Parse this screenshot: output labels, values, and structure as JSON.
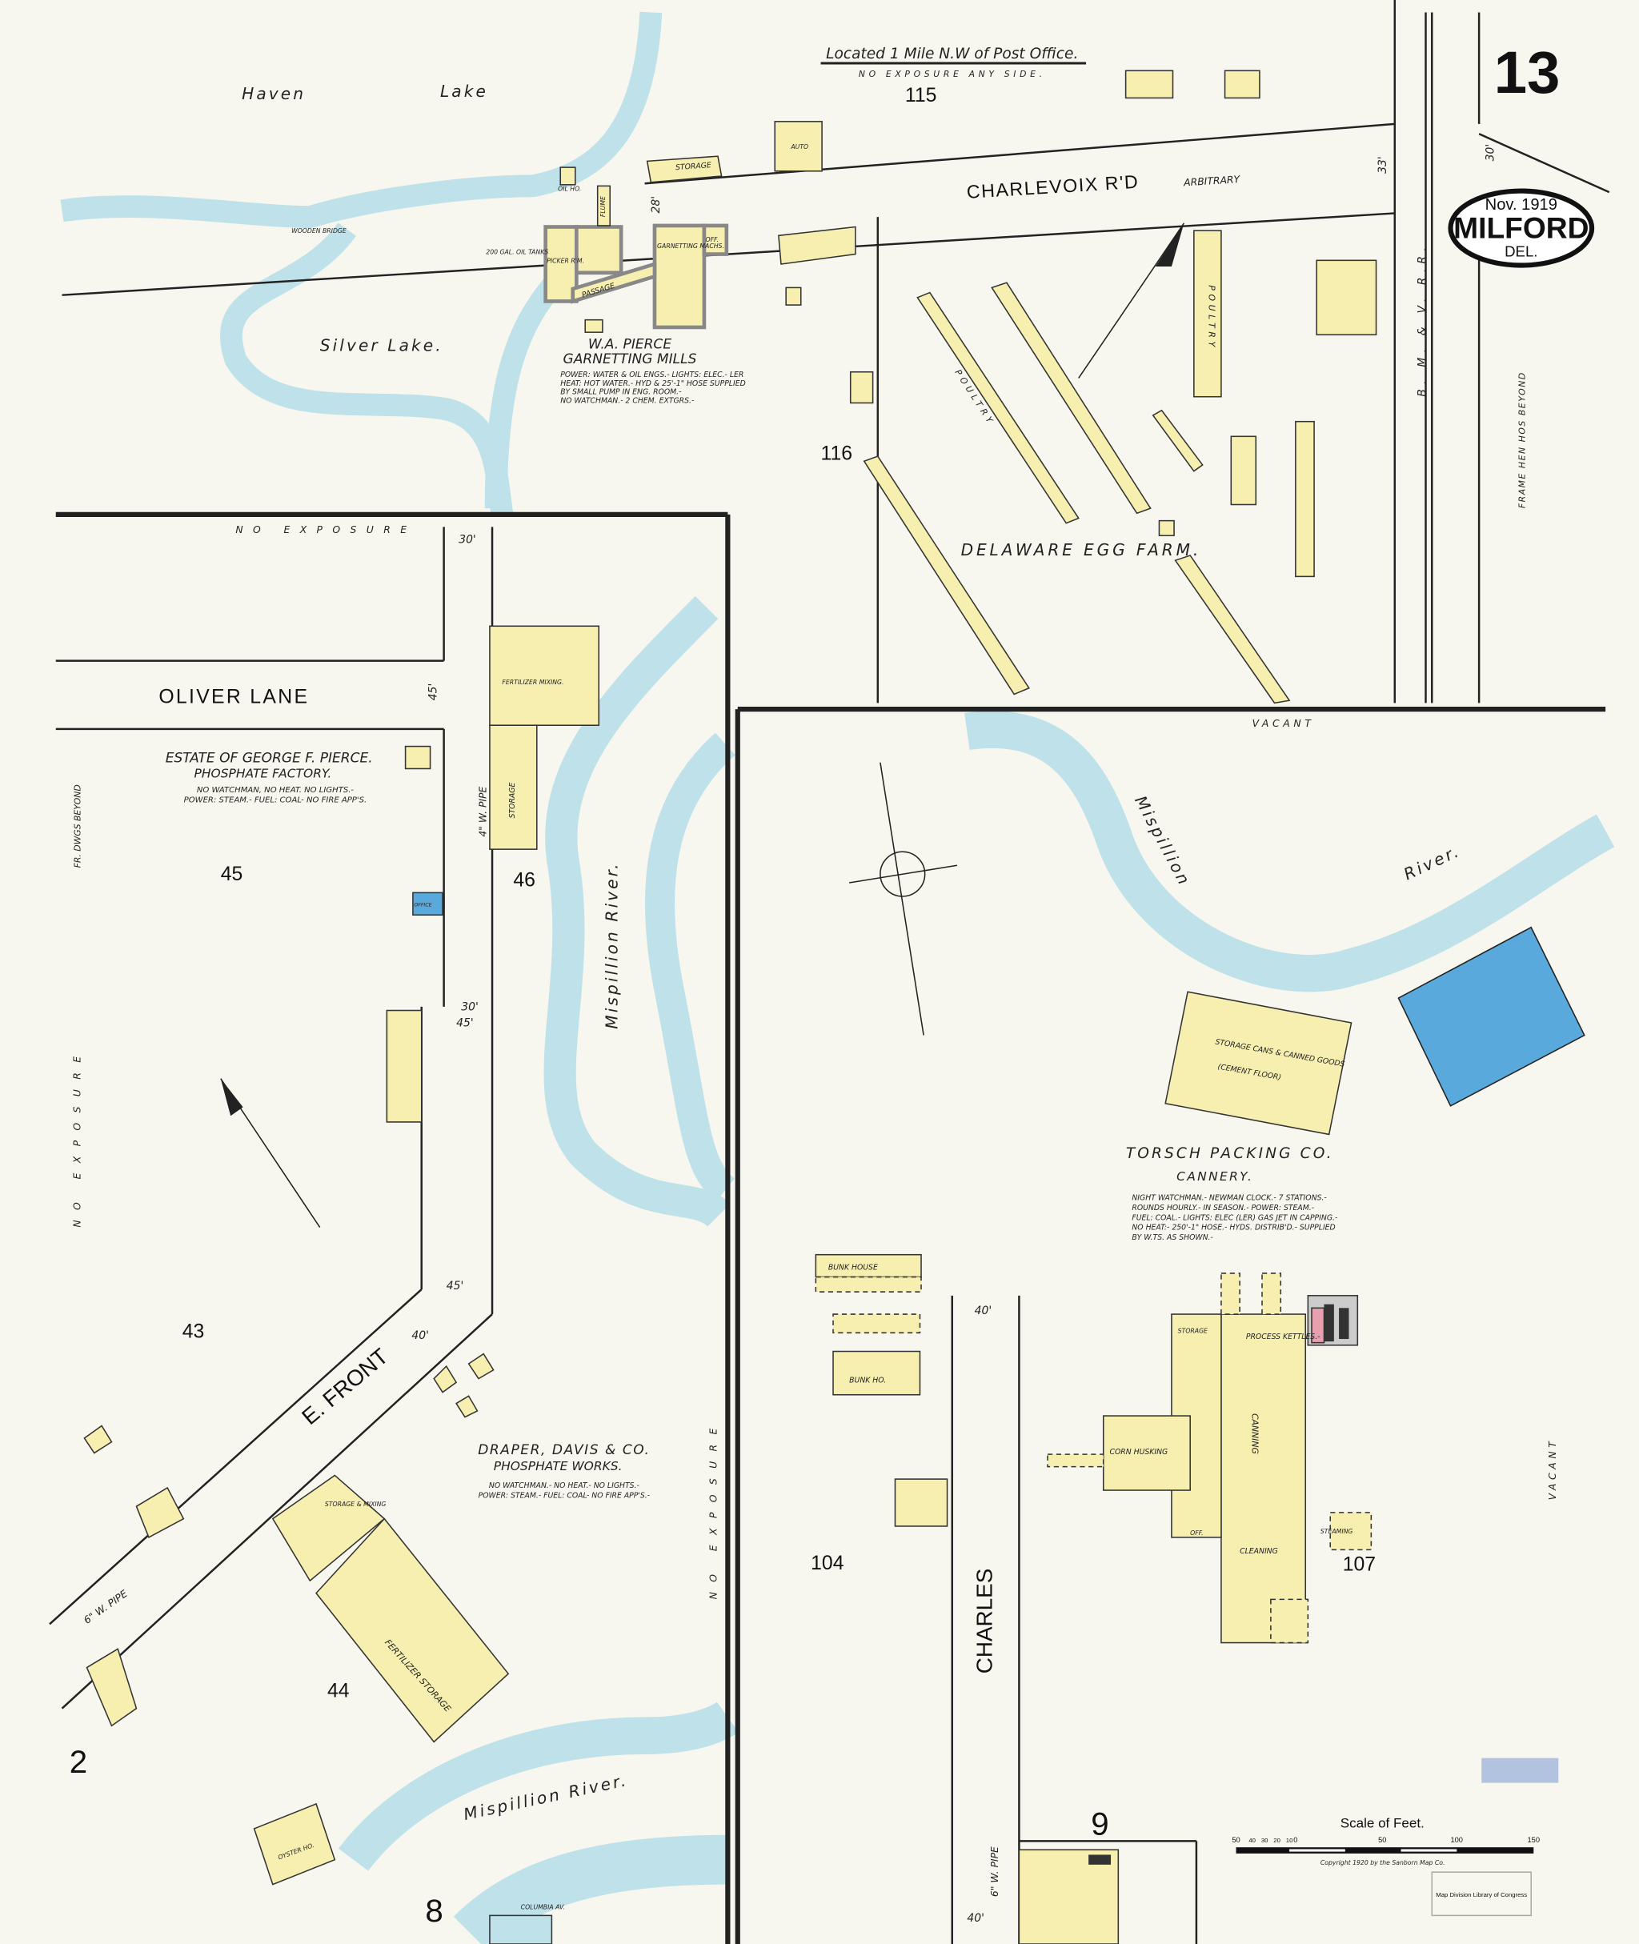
{
  "sheet": {
    "number": "13",
    "date": "Nov. 1919",
    "town": "MILFORD",
    "state": "DEL.",
    "copyright": "Copyright 1920 by the Sanborn Map Co.",
    "stamp": "Map Division Library of Congress",
    "scale_title": "Scale of Feet.",
    "scale_ticks": [
      "50",
      "40",
      "30",
      "20",
      "10",
      "0",
      "50",
      "100",
      "150"
    ]
  },
  "header_note": {
    "location": "Located 1 Mile N.W of Post Office.",
    "exposure": "NO EXPOSURE ANY SIDE."
  },
  "streets": {
    "charlevoix": "CHARLEVOIX R'D",
    "arbitrary": "ARBITRARY",
    "oliver": "OLIVER LANE",
    "front": "E. FRONT",
    "charles": "CHARLES",
    "railroad": "B. M. & V. R.R.",
    "wpipe": "4\" W. PIPE",
    "wpipe2": "6\" W. PIPE",
    "wpipe3": "6\" W. PIPE",
    "widths": [
      "30'",
      "33'",
      "28'",
      "30'",
      "45'",
      "30'",
      "45'",
      "45'",
      "40'",
      "40'",
      "40'"
    ]
  },
  "water": {
    "haven_lake": [
      "Haven",
      "Lake"
    ],
    "silver_lake": "Silver Lake.",
    "river1": "Mispillion River.",
    "river2": [
      "Mispillion",
      "River."
    ],
    "river3": "Mispillion River."
  },
  "blocks": [
    "115",
    "116",
    "45",
    "46",
    "43",
    "44",
    "104",
    "107",
    "8",
    "9",
    "2"
  ],
  "exposure_labels": {
    "top": "NO EXPOSURE",
    "left": "NO EXPOSURE",
    "middle": "NO EXPOSURE",
    "vacant1": "VACANT",
    "vacant2": "VACANT",
    "frame_beyond": "FRAME HEN HOS BEYOND",
    "fr_dwgs": "FR. DWGS BEYOND"
  },
  "mills": {
    "name": "W.A. PIERCE",
    "subtitle": "GARNETTING MILLS",
    "notes": [
      "POWER: WATER & OIL ENGS.- LIGHTS: ELEC.- LER",
      "HEAT: HOT WATER.- HYD & 25'-1\" HOSE SUPPLIED",
      "BY SMALL PUMP IN ENG. ROOM.-",
      "NO WATCHMAN.- 2 CHEM. EXTGRS.-"
    ],
    "labels": {
      "passage": "PASSAGE",
      "garnetting": "GARNETTING MACHS.",
      "picker": "PICKER R'M.",
      "off": "OFF.",
      "storage": "STORAGE",
      "auto": "AUTO",
      "flume": "FLUME",
      "bridge": "WOODEN BRIDGE",
      "tanks": "200 GAL. OIL TANKS",
      "oil": "OIL HO."
    }
  },
  "egg_farm": {
    "name": "DELAWARE EGG FARM.",
    "poultry": "POULTRY"
  },
  "phosphate1": {
    "name": "ESTATE OF GEORGE F. PIERCE.",
    "subtitle": "PHOSPHATE FACTORY.",
    "notes": [
      "NO WATCHMAN, NO HEAT. NO LIGHTS.-",
      "POWER: STEAM.- FUEL: COAL- NO FIRE APP'S."
    ],
    "labels": {
      "fert": "FERTILIZER MIXING.",
      "storage": "STORAGE",
      "office": "OFFICE"
    }
  },
  "phosphate2": {
    "name": "DRAPER, DAVIS & CO.",
    "subtitle": "PHOSPHATE WORKS.",
    "notes": [
      "NO WATCHMAN.- NO HEAT.- NO LIGHTS.-",
      "POWER: STEAM.- FUEL: COAL- NO FIRE APP'S.-"
    ],
    "labels": {
      "fert": "FERTILIZER STORAGE",
      "storage": "STORAGE & MIXING",
      "oyster": "OYSTER HO.",
      "columbia": "COLUMBIA AV."
    }
  },
  "cannery": {
    "name": "TORSCH PACKING CO.",
    "subtitle": "CANNERY.",
    "notes": [
      "NIGHT WATCHMAN.- NEWMAN CLOCK.- 7 STATIONS.-",
      "ROUNDS HOURLY.- IN SEASON.- POWER: STEAM.-",
      "FUEL: COAL.- LIGHTS: ELEC (LER) GAS JET IN CAPPING.-",
      "NO HEAT:- 250'-1\" HOSE.- HYDS. DISTRIB'D.- SUPPLIED",
      "BY W.TS. AS SHOWN.-"
    ],
    "labels": {
      "storage_cans": "STORAGE CANS & CANNED GOODS",
      "cement": "(CEMENT FLOOR)",
      "process": "PROCESS KETTLES.-",
      "canning": "CANNING",
      "cleaning": "CLEANING",
      "corn": "CORN HUSKING",
      "steaming": "STEAMING",
      "bunk1": "BUNK HOUSE",
      "bunk2": "BUNK HO.",
      "storage": "STORAGE",
      "off": "OFF."
    }
  },
  "colors": {
    "building": "#f6efb0",
    "water": "#bfe2ea",
    "fireproof_blue": "#5aa9dc",
    "brick_pink": "#e8a0b0",
    "line": "#222222"
  }
}
